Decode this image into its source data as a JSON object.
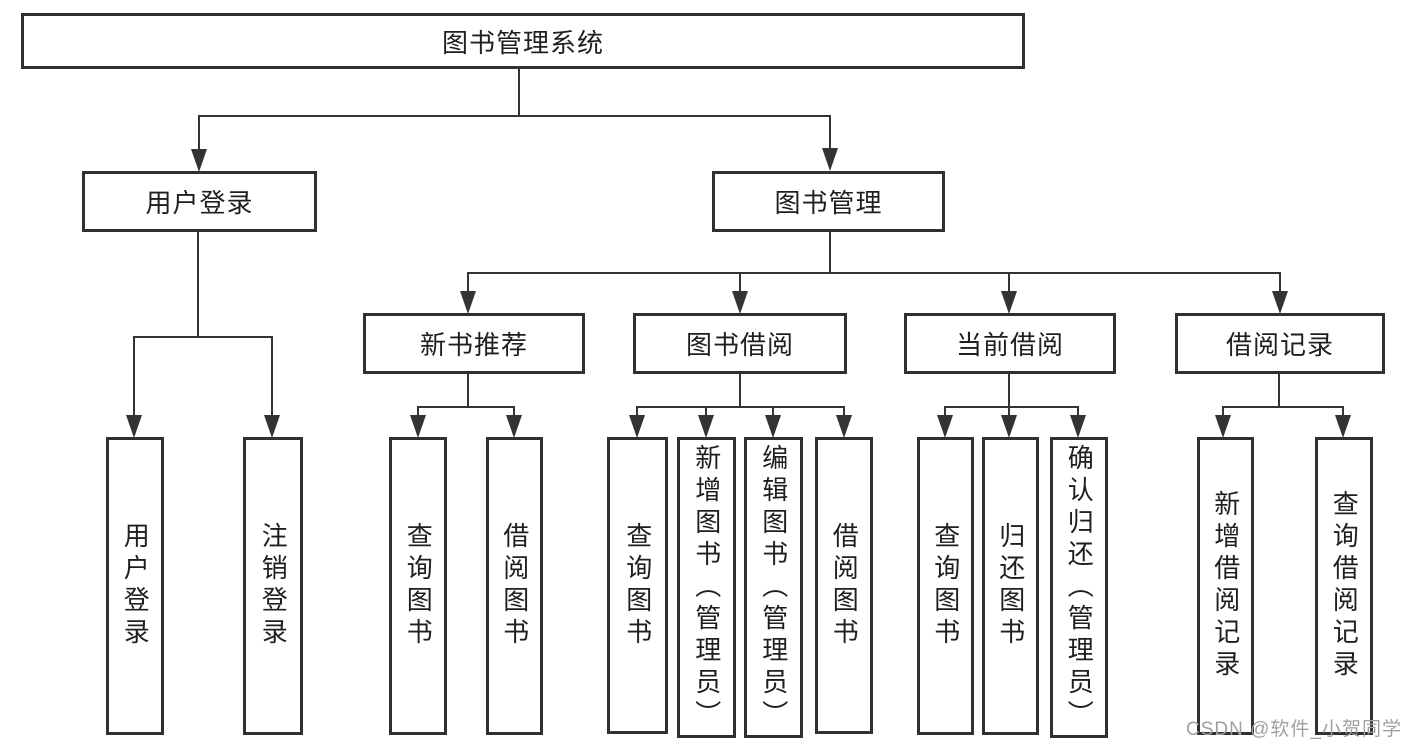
{
  "diagram": {
    "title": "图书管理系统",
    "type": "hierarchy-tree",
    "colors": {
      "background": "#ffffff",
      "box_border": "#303030",
      "line": "#333333",
      "text": "#1f1f1f",
      "watermark": "#a0a0a0"
    }
  },
  "watermark": {
    "text": "CSDN @软件_小贺同学"
  },
  "nodes": {
    "root": {
      "label": "图书管理系统"
    },
    "user_login": {
      "label": "用户登录"
    },
    "book_mgmt": {
      "label": "图书管理"
    },
    "new_book_rec": {
      "label": "新书推荐"
    },
    "book_borrow": {
      "label": "图书借阅"
    },
    "current_borrow": {
      "label": "当前借阅"
    },
    "borrow_record": {
      "label": "借阅记录"
    },
    "leaf_user_login": {
      "label": "用户登录"
    },
    "leaf_logout": {
      "label": "注销登录"
    },
    "leaf_nbr_query": {
      "label": "查询图书"
    },
    "leaf_nbr_borrow": {
      "label": "借阅图书"
    },
    "leaf_bb_query": {
      "label": "查询图书"
    },
    "leaf_bb_add": {
      "label": "新增图书（管理员）"
    },
    "leaf_bb_edit": {
      "label": "编辑图书（管理员）"
    },
    "leaf_bb_borrow": {
      "label": "借阅图书"
    },
    "leaf_cb_query": {
      "label": "查询图书"
    },
    "leaf_cb_return": {
      "label": "归还图书"
    },
    "leaf_cb_confirm": {
      "label": "确认归还（管理员）"
    },
    "leaf_br_add": {
      "label": "新增借阅记录"
    },
    "leaf_br_query": {
      "label": "查询借阅记录"
    }
  },
  "edges": [
    {
      "from": "图书管理系统",
      "to": [
        "用户登录",
        "图书管理"
      ]
    },
    {
      "from": "用户登录",
      "to": [
        "用户登录",
        "注销登录"
      ]
    },
    {
      "from": "图书管理",
      "to": [
        "新书推荐",
        "图书借阅",
        "当前借阅",
        "借阅记录"
      ]
    },
    {
      "from": "新书推荐",
      "to": [
        "查询图书",
        "借阅图书"
      ]
    },
    {
      "from": "图书借阅",
      "to": [
        "查询图书",
        "新增图书（管理员）",
        "编辑图书（管理员）",
        "借阅图书"
      ]
    },
    {
      "from": "当前借阅",
      "to": [
        "查询图书",
        "归还图书",
        "确认归还（管理员）"
      ]
    },
    {
      "from": "借阅记录",
      "to": [
        "新增借阅记录",
        "查询借阅记录"
      ]
    }
  ]
}
